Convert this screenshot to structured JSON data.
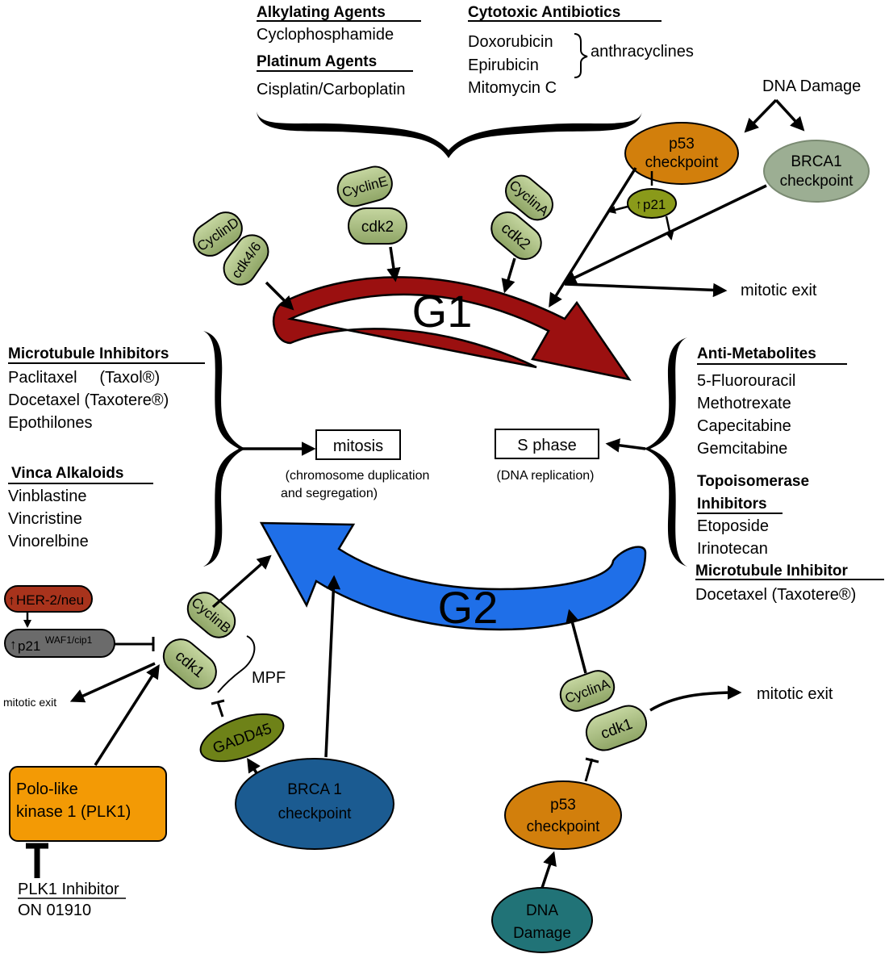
{
  "drug_classes": {
    "alkylating": {
      "title": "Alkylating Agents",
      "items": [
        "Cyclophosphamide"
      ]
    },
    "platinum": {
      "title": "Platinum Agents",
      "items": [
        "Cisplatin/Carboplatin"
      ]
    },
    "cytotoxic": {
      "title": "Cytotoxic Antibiotics",
      "items": [
        "Doxorubicin",
        "Epirubicin",
        "Mitomycin C"
      ],
      "group_label": "anthracyclines"
    },
    "microtubule": {
      "title": "Microtubule Inhibitors",
      "items": [
        "Paclitaxel     (Taxol®)",
        "Docetaxel (Taxotere®)",
        "Epothilones"
      ]
    },
    "vinca": {
      "title": "Vinca Alkaloids",
      "items": [
        "Vinblastine",
        "Vincristine",
        "Vinorelbine"
      ]
    },
    "antimetabolites": {
      "title": "Anti-Metabolites",
      "items": [
        "5-Fluorouracil",
        "Methotrexate",
        "Capecitabine",
        "Gemcitabine"
      ]
    },
    "topo": {
      "title_line1": "Topoisomerase",
      "title_line2": "Inhibitors",
      "items": [
        "Etoposide",
        "Irinotecan"
      ]
    },
    "microtubule2": {
      "title": "Microtubule Inhibitor",
      "items": [
        "Docetaxel (Taxotere®)"
      ]
    },
    "plk1_inhibitor": {
      "title": "PLK1 Inhibitor",
      "items": [
        "ON 01910"
      ]
    }
  },
  "phases": {
    "g1": "G1",
    "g2": "G2",
    "mitosis": {
      "label": "mitosis",
      "desc_line1": "(chromosome duplication",
      "desc_line2": "and segregation)"
    },
    "s_phase": {
      "label": "S phase",
      "desc": "(DNA replication)"
    }
  },
  "nodes": {
    "dna_damage_top": "DNA Damage",
    "p53_top": {
      "line1": "p53",
      "line2": "checkpoint"
    },
    "brca1_top": {
      "line1": "BRCA1",
      "line2": "checkpoint"
    },
    "p21_top": "p21",
    "mitotic_exit_top": "mitotic exit",
    "cyclin_d": "CyclinD",
    "cdk46": "cdk4/6",
    "cyclin_e": "CyclinE",
    "cdk2_e": "cdk2",
    "cyclin_a_top": "CyclinA",
    "cdk2_a": "cdk2",
    "her2": "HER-2/neu",
    "p21_left": "p21",
    "p21_left_sup": "WAF1/cip1",
    "cyclin_b": "CyclinB",
    "cdk1_b": "cdk1",
    "mpf": "MPF",
    "mitotic_exit_left": "mitotic exit",
    "gadd45": "GADD45",
    "plk1": {
      "line1": "Polo-like",
      "line2": "kinase 1 (PLK1)"
    },
    "brca1_bottom": {
      "line1": "BRCA 1",
      "line2": "checkpoint"
    },
    "cyclin_a_bottom": "CyclinA",
    "cdk1_bottom": "cdk1",
    "mitotic_exit_right": "mitotic exit",
    "p53_bottom": {
      "line1": "p53",
      "line2": "checkpoint"
    },
    "dna_damage_bottom": {
      "line1": "DNA",
      "line2": "Damage"
    }
  },
  "colors": {
    "g1_arrow": "#9b1010",
    "g2_arrow": "#1f6fe8",
    "cyclin_green": "#a9bd7e",
    "p53_orange": "#d27f0c",
    "brca1_grey": "#9cae93",
    "brca1_blue": "#1b5b91",
    "her2_red": "#a8331c",
    "p21_grey": "#6b6b6b",
    "p21_green": "#8a9a1a",
    "gadd45_green": "#6e8218",
    "plk1_orange": "#f39a05",
    "dna_teal": "#217377"
  }
}
